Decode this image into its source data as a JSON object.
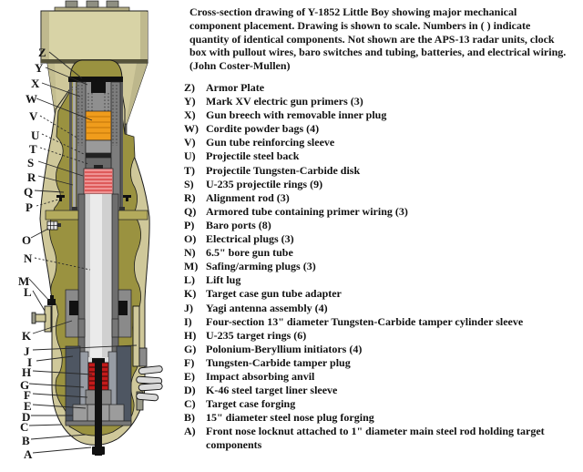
{
  "title": "Cross-section drawing of Y-1852 Little Boy showing major mechanical component placement.  Drawing is shown to scale.  Numbers in ( ) indicate quantity of identical components.  Not shown are the APS-13 radar units, clock box with pullout wires, baro switches and tubing, batteries, and electrical wiring.  (John Coster-Mullen)",
  "legend": {
    "items": [
      {
        "key": "Z",
        "label": "Armor Plate"
      },
      {
        "key": "Y",
        "label": "Mark XV electric gun primers (3)"
      },
      {
        "key": "X",
        "label": "Gun breech with removable inner plug"
      },
      {
        "key": "W",
        "label": "Cordite powder bags (4)"
      },
      {
        "key": "V",
        "label": "Gun tube reinforcing sleeve"
      },
      {
        "key": "U",
        "label": "Projectile steel back"
      },
      {
        "key": "T",
        "label": "Projectile Tungsten-Carbide disk"
      },
      {
        "key": "S",
        "label": "U-235 projectile rings (9)"
      },
      {
        "key": "R",
        "label": "Alignment rod (3)"
      },
      {
        "key": "Q",
        "label": "Armored tube containing primer wiring (3)"
      },
      {
        "key": "P",
        "label": "Baro ports (8)"
      },
      {
        "key": "O",
        "label": "Electrical plugs (3)"
      },
      {
        "key": "N",
        "label": "6.5\" bore gun tube"
      },
      {
        "key": "M",
        "label": "Safing/arming plugs (3)"
      },
      {
        "key": "L",
        "label": "Lift lug"
      },
      {
        "key": "K",
        "label": "Target case gun tube adapter"
      },
      {
        "key": "J",
        "label": "Yagi antenna assembly (4)"
      },
      {
        "key": "I",
        "label": "Four-section 13\" diameter Tungsten-Carbide tamper cylinder sleeve"
      },
      {
        "key": "H",
        "label": "U-235 target rings (6)"
      },
      {
        "key": "G",
        "label": "Polonium-Beryllium initiators (4)"
      },
      {
        "key": "F",
        "label": "Tungsten-Carbide tamper plug"
      },
      {
        "key": "E",
        "label": "Impact absorbing anvil"
      },
      {
        "key": "D",
        "label": "K-46 steel target liner sleeve"
      },
      {
        "key": "C",
        "label": "Target case forging"
      },
      {
        "key": "B",
        "label": "15\" diameter steel nose plug forging"
      },
      {
        "key": "A",
        "label": "Front nose locknut attached to 1\" diameter main steel rod holding target components"
      }
    ]
  },
  "diagram": {
    "colors": {
      "tail_box": "#d8d3a6",
      "case_skin": "#cfc89a",
      "case_interior": "#9a9240",
      "cordite": "#f09c1c",
      "projectile_rings": "#ef9393",
      "target_rings": "#c41a1a",
      "steel_gray": "#7d7d7d",
      "tube_bore": "#d0d0d0",
      "tamper_slate": "#4e5662"
    }
  }
}
